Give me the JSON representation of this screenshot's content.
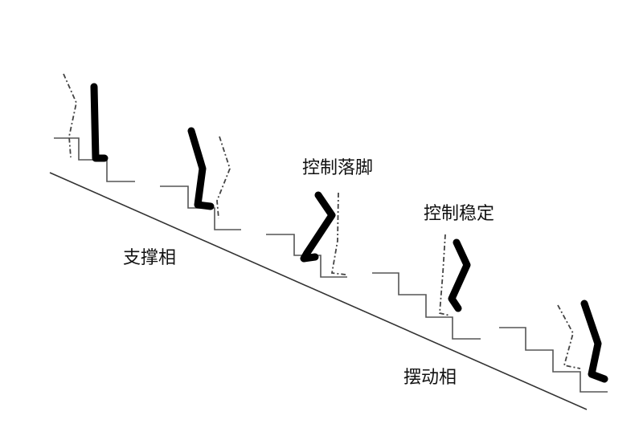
{
  "labels": {
    "support_phase": "支撑相",
    "control_foot_landing": "控制落脚",
    "control_stability": "控制稳定",
    "swing_phase": "摆动相"
  },
  "colors": {
    "background": "#ffffff",
    "solid_leg": "#000000",
    "dashed_leg": "#444444",
    "stairs": "#555555"
  }
}
